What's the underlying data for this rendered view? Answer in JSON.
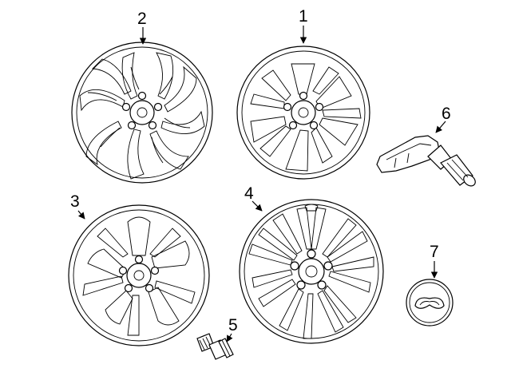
{
  "parts": [
    {
      "number": "1",
      "name": "front-wheel"
    },
    {
      "number": "2",
      "name": "swirl-spoke-wheel"
    },
    {
      "number": "3",
      "name": "five-spoke-wheel"
    },
    {
      "number": "4",
      "name": "split-spoke-wheel"
    },
    {
      "number": "5",
      "name": "wheel-lock-nut"
    },
    {
      "number": "6",
      "name": "tpms-sensor"
    },
    {
      "number": "7",
      "name": "center-cap"
    }
  ]
}
